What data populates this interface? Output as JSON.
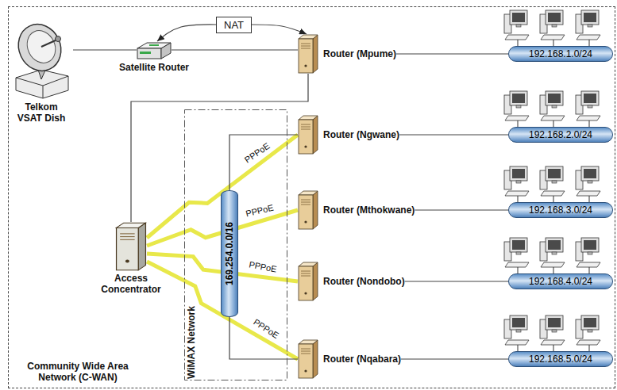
{
  "diagram": {
    "nodes": [
      {
        "text": [
          "Community Wide Area Network (C-WAN)"
        ]
      },
      {
        "text": [
          "Telkom VSAT Dish"
        ],
        "in": 0
      },
      {
        "text": [
          "Satellite Router"
        ],
        "in": 0
      },
      {
        "text": [
          "NAT"
        ],
        "in": 0
      },
      {
        "text": [
          "Router (Mpume)"
        ],
        "in": 0
      },
      {
        "text": [
          "192.168.1.0/24"
        ],
        "in": 0
      },
      {
        "text": [
          "WiMAX Network"
        ],
        "in": 0
      },
      {
        "text": [
          "169.254.0.0/16"
        ],
        "in": 6
      },
      {
        "text": [
          "Router (Ngwane)"
        ],
        "in": 0
      },
      {
        "text": [
          "192.168.2.0/24"
        ],
        "in": 0
      },
      {
        "text": [
          "Router (Mthokwane)"
        ],
        "in": 0
      },
      {
        "text": [
          "192.168.3.0/24"
        ],
        "in": 0
      },
      {
        "text": [
          "Access Concentrator"
        ],
        "in": 0
      },
      {
        "text": [
          "Router (Nondobo)"
        ],
        "in": 0
      },
      {
        "text": [
          "192.168.4.0/24"
        ],
        "in": 0
      },
      {
        "text": [
          "Router (Nqabara)"
        ],
        "in": 0
      },
      {
        "text": [
          "192.168.5.0/24"
        ],
        "in": 0
      }
    ],
    "edges": [
      {
        "from": 1,
        "to": 2,
        "arrow": "none"
      },
      {
        "from": 2,
        "to": 4,
        "arrow": "none"
      },
      {
        "from": 3,
        "to": 2,
        "arrow": "to"
      },
      {
        "from": 3,
        "to": 4,
        "arrow": "to"
      },
      {
        "from": 4,
        "to": 5,
        "arrow": "none"
      },
      {
        "from": 4,
        "to": 12,
        "arrow": "none"
      },
      {
        "from": 12,
        "to": 8,
        "label": "PPPoE",
        "arrow": "none"
      },
      {
        "from": 12,
        "to": 10,
        "label": "PPPoE",
        "arrow": "none"
      },
      {
        "from": 12,
        "to": 13,
        "label": "PPPoE",
        "arrow": "none"
      },
      {
        "from": 12,
        "to": 15,
        "label": "PPPoE",
        "arrow": "none"
      },
      {
        "from": 8,
        "to": 9,
        "arrow": "none"
      },
      {
        "from": 10,
        "to": 11,
        "arrow": "none"
      },
      {
        "from": 13,
        "to": 14,
        "arrow": "none"
      },
      {
        "from": 15,
        "to": 16,
        "arrow": "none"
      },
      {
        "from": 7,
        "to": 8,
        "arrow": "none"
      },
      {
        "from": 7,
        "to": 15,
        "arrow": "none"
      }
    ]
  }
}
